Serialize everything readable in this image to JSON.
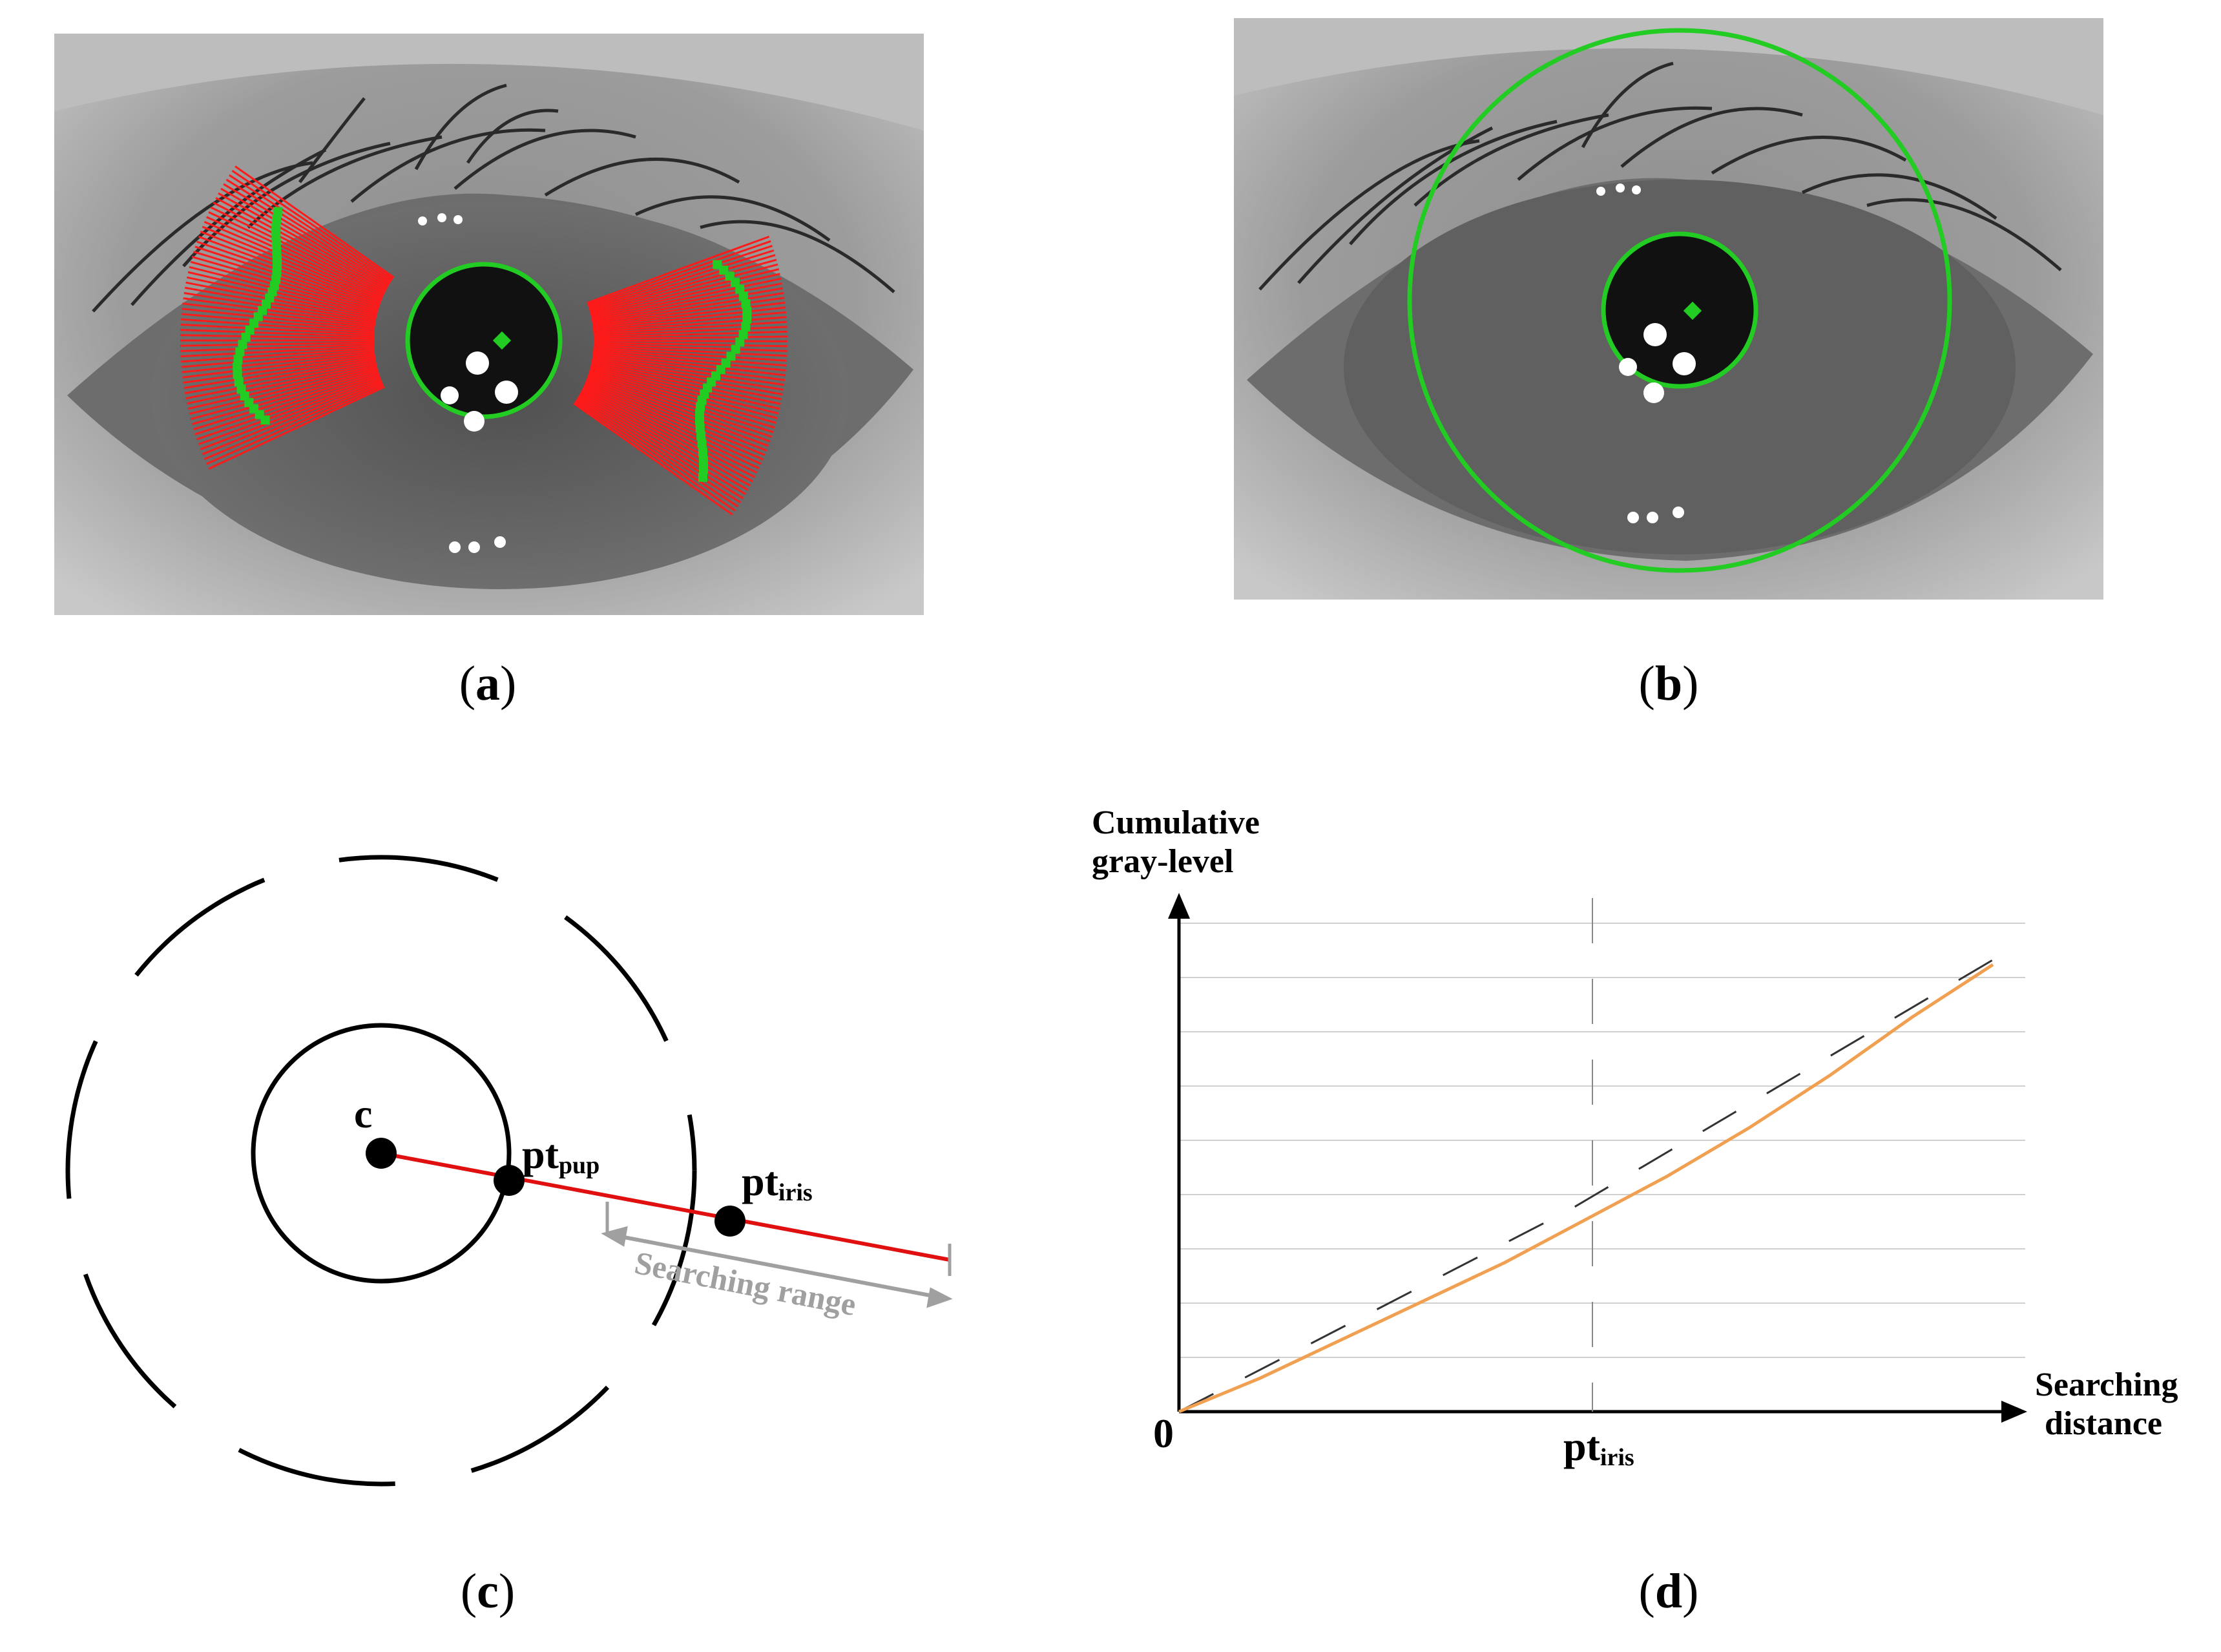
{
  "figure": {
    "panels": {
      "a": {
        "label": "a"
      },
      "b": {
        "label": "b"
      },
      "c": {
        "label": "c",
        "center_label": "c",
        "pupil_point": {
          "base": "pt",
          "sub": "pup"
        },
        "iris_point": {
          "base": "pt",
          "sub": "iris"
        },
        "range_label": "Searching range"
      },
      "d": {
        "label": "d",
        "y_axis_line1": "Cumulative",
        "y_axis_line2": "gray-level",
        "x_axis_line1": "Searching",
        "x_axis_line2": "distance",
        "origin": "0",
        "marker": {
          "base": "pt",
          "sub": "iris"
        }
      }
    },
    "colors": {
      "overlay_green": "#22cc22",
      "overlay_red": "#ff1a1a",
      "radial_line": "#e01010",
      "curve_orange": "#f0a050",
      "range_gray": "#a0a0a0"
    }
  },
  "chart_data": {
    "type": "line",
    "title": "",
    "xlabel": "Searching distance",
    "ylabel": "Cumulative gray-level",
    "xmarker": "pt_iris",
    "grid": true,
    "series": [
      {
        "type": "solid-curve",
        "x": [
          0,
          0.1,
          0.2,
          0.3,
          0.4,
          0.5,
          0.6,
          0.7,
          0.8,
          0.9,
          1.0
        ],
        "y": [
          0,
          0.07,
          0.15,
          0.23,
          0.31,
          0.4,
          0.49,
          0.59,
          0.7,
          0.82,
          0.93
        ]
      },
      {
        "type": "dashed-line",
        "x": [
          0,
          0.48,
          0.5,
          1.0
        ],
        "y": [
          0,
          0.42,
          0.44,
          0.94
        ]
      }
    ]
  }
}
